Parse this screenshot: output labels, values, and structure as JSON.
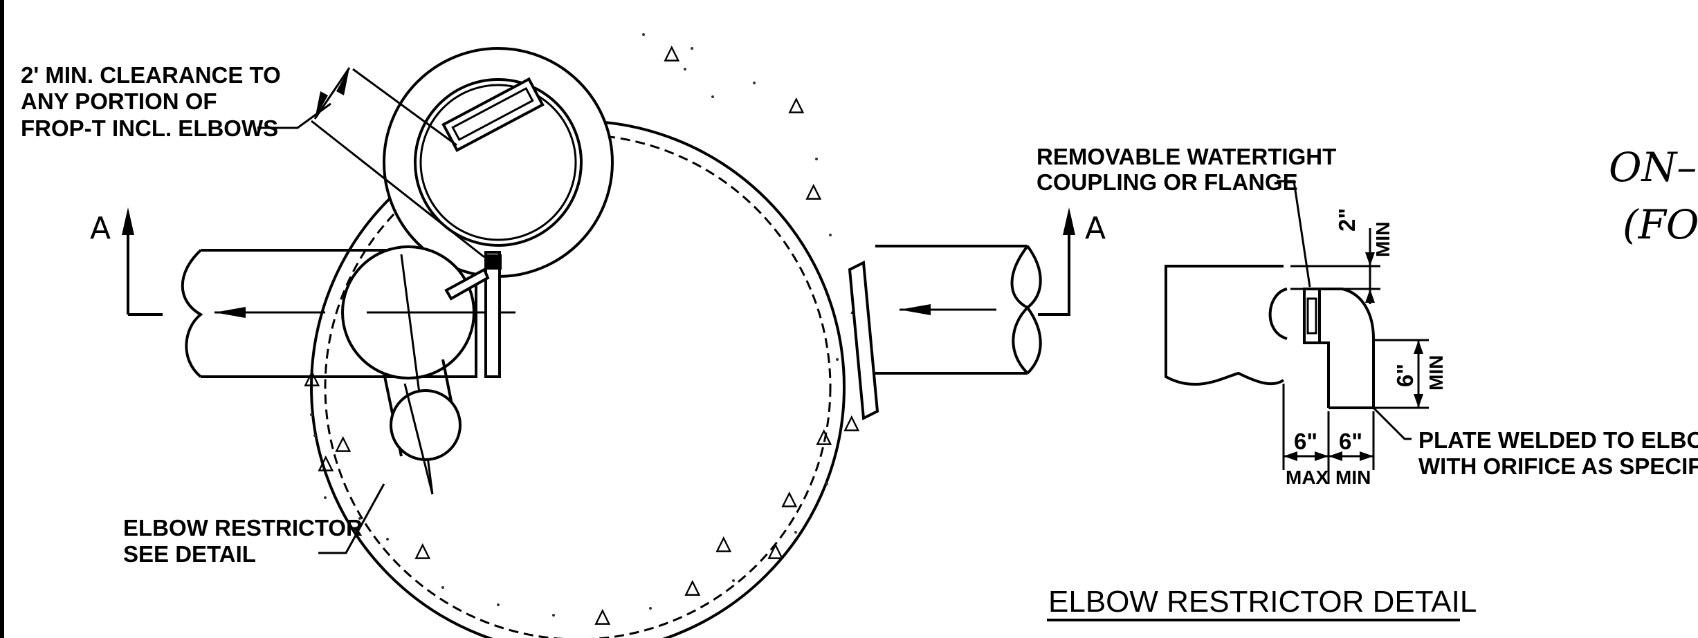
{
  "labels": {
    "clearance": [
      "2' MIN. CLEARANCE TO",
      "ANY PORTION OF",
      "FROP-T INCL. ELBOWS"
    ],
    "elbow_restrictor": [
      "ELBOW RESTRICTOR",
      "SEE DETAIL"
    ],
    "section_left": "A",
    "section_right": "A",
    "coupling": [
      "REMOVABLE WATERTIGHT",
      "COUPLING OR FLANGE"
    ],
    "dim_top_value": "2\"",
    "dim_top_min": "MIN",
    "dim_side_value": "6\"",
    "dim_side_min": "MIN",
    "dim_bottom_left_value": "6\"",
    "dim_bottom_left_max": "MAX",
    "dim_bottom_right_value": "6\"",
    "dim_bottom_right_min": "MIN",
    "plate": [
      "PLATE WELDED TO ELBOW",
      "WITH ORIFICE AS SPECIFIED"
    ],
    "detail_title": "ELBOW RESTRICTOR DETAIL",
    "cut_title_1": "ON–",
    "cut_title_2": "(FO"
  }
}
